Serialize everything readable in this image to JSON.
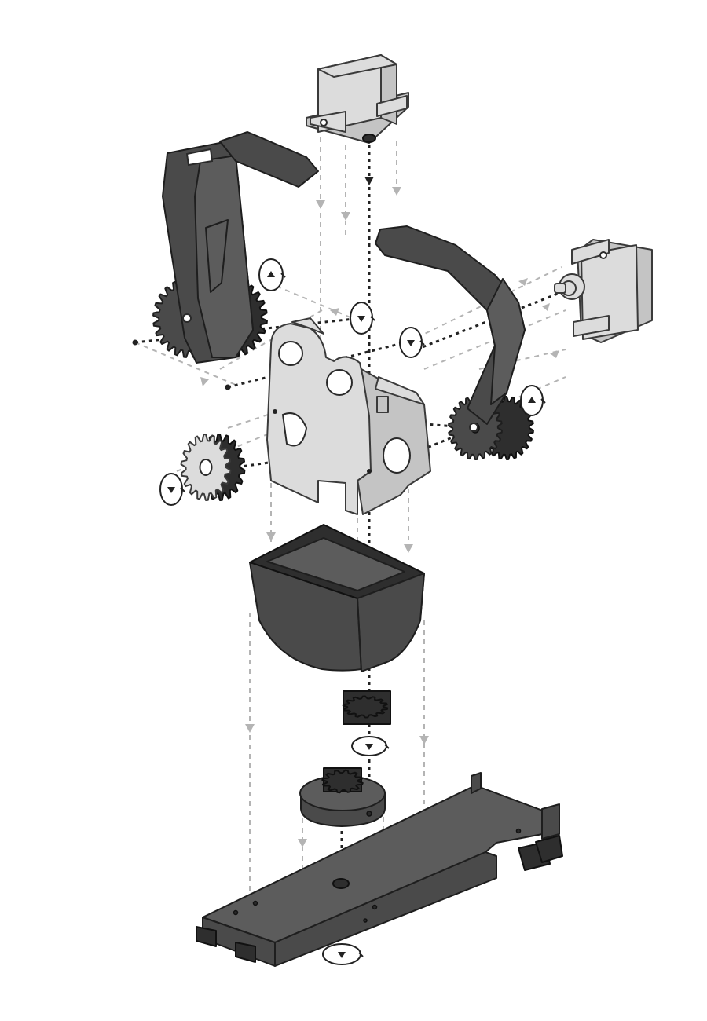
{
  "diagram": {
    "kind": "exploded-assembly",
    "parts": [
      "servo-top",
      "servo-right",
      "left-gripper-arm",
      "right-gripper-arm",
      "gripper-body-housing",
      "small-gear-left",
      "cup-housing",
      "pinion-gear",
      "base-gear-hub",
      "base-plate"
    ],
    "rotation_markers": 7,
    "colors": {
      "dark_part": "#4a4a4a",
      "light_part": "#dcdcdc",
      "guide_line": "#b4b4b4",
      "axis_line": "#222222"
    }
  }
}
